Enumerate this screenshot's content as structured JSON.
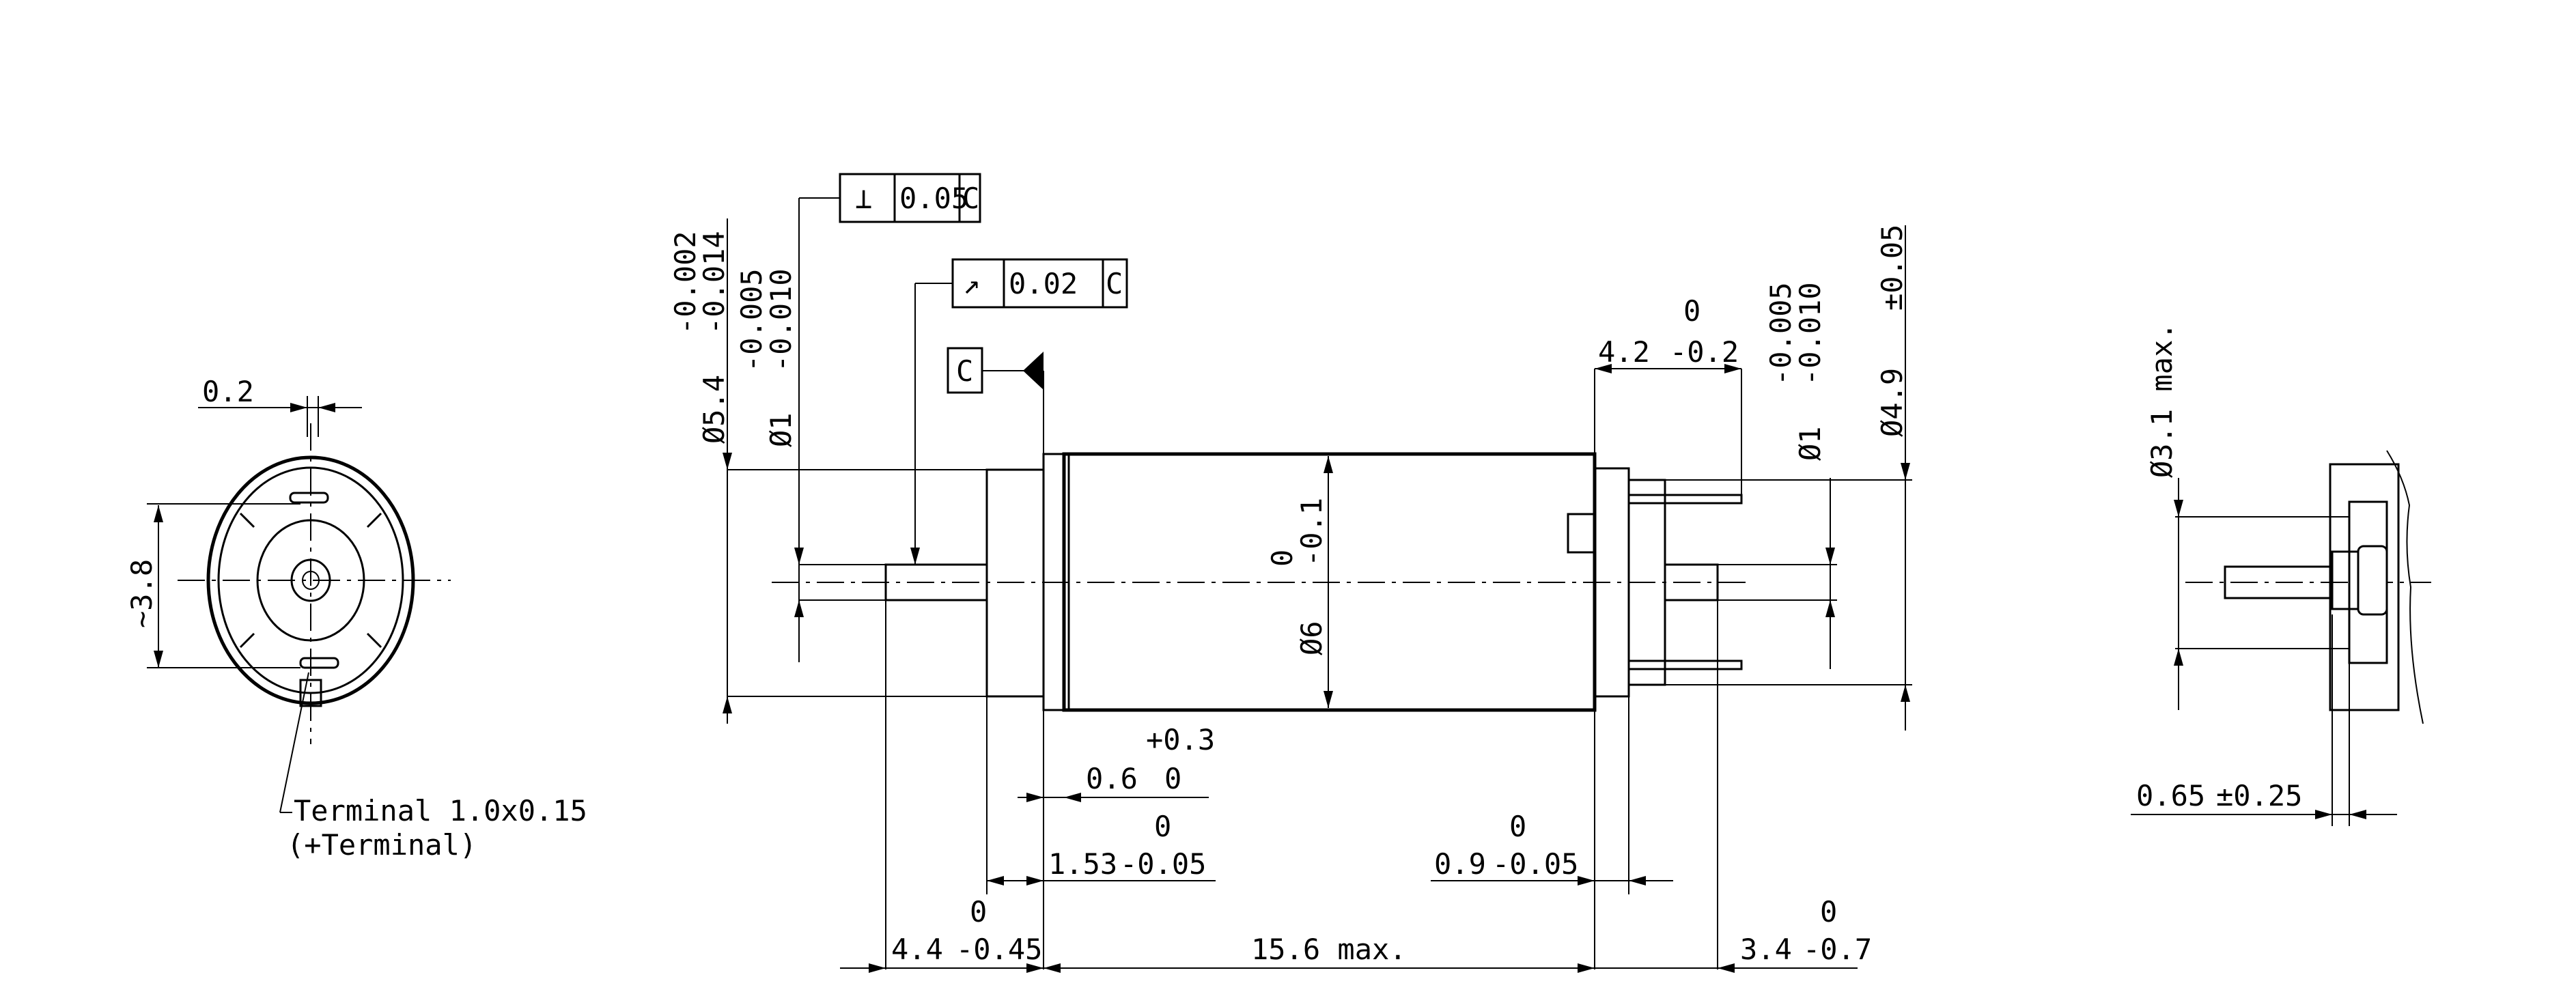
{
  "front_view": {
    "dim_width": "0.2",
    "dim_height": "~3.8",
    "terminal_note_line1": "Terminal 1.0x0.15",
    "terminal_note_line2": "(+Terminal)"
  },
  "side_view": {
    "fcf_perpendicularity": {
      "symbol": "⊥",
      "tolerance": "0.05",
      "datum": "C"
    },
    "fcf_runout": {
      "symbol": "↗",
      "tolerance": "0.02",
      "datum": "C"
    },
    "datum_label": "C",
    "dia_bearing_tol_upper": "-0.002",
    "dia_bearing_tol_lower": "-0.014",
    "dia_bearing": "Ø5.4",
    "dia_shaft_left_tol_upper": "-0.005",
    "dia_shaft_left_tol_lower": "-0.010",
    "dia_shaft_left": "Ø1",
    "dia_body_tol_upper": "0",
    "dia_body_tol_lower": "-0.1",
    "dia_body": "Ø6",
    "len_terminals": "4.2",
    "len_terminals_tol_upper": "0",
    "len_terminals_tol_lower": "-0.2",
    "dia_shaft_right_tol_upper": "-0.005",
    "dia_shaft_right_tol_lower": "-0.010",
    "dia_shaft_right": "Ø1",
    "dia_rear": "Ø4.9",
    "dia_rear_tol": "±0.05",
    "len_flange": "0.6",
    "len_flange_tol_upper": "+0.3",
    "len_flange_tol_lower": "0",
    "len_bearing": "1.53",
    "len_bearing_tol_upper": "0",
    "len_bearing_tol_lower": "-0.05",
    "len_rear_cap": "0.9",
    "len_rear_cap_tol_upper": "0",
    "len_rear_cap_tol_lower": "-0.05",
    "len_shaft_left": "4.4",
    "len_shaft_left_tol_upper": "0",
    "len_shaft_left_tol_lower": "-0.45",
    "len_body": "15.6 max.",
    "len_shaft_right": "3.4",
    "len_shaft_right_tol_upper": "0",
    "len_shaft_right_tol_lower": "-0.7"
  },
  "detail_view": {
    "dia_max": "Ø3.1 max.",
    "offset": "0.65",
    "offset_tol": "±0.25"
  }
}
